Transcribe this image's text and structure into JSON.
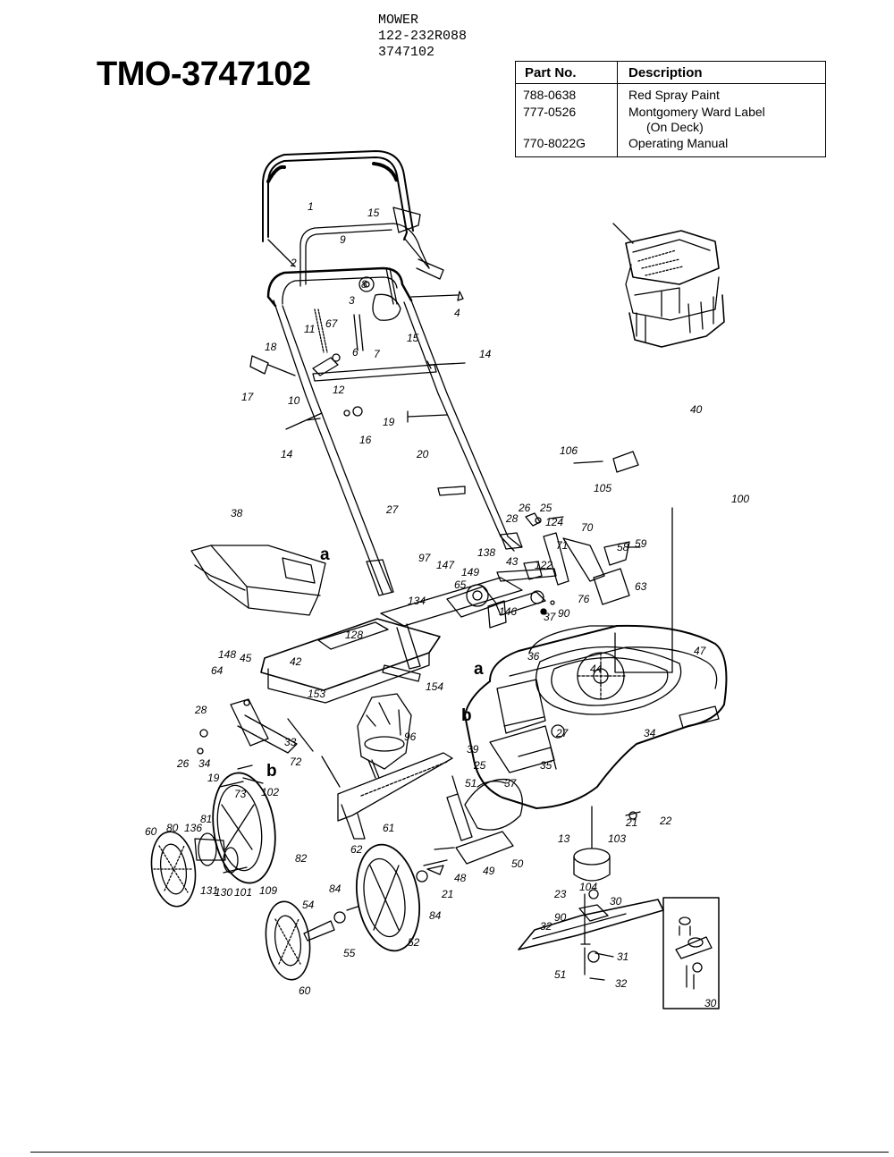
{
  "title": "TMO-3747102",
  "model": {
    "line1": "MOWER",
    "line2": "122-232R088",
    "line3": "3747102"
  },
  "parts_table": {
    "headers": [
      "Part No.",
      "Description"
    ],
    "rows": [
      {
        "part_no": "788-0638",
        "description": "Red Spray Paint"
      },
      {
        "part_no": "777-0526",
        "description": "Montgomery Ward Label",
        "description_line2": "(On Deck)"
      },
      {
        "part_no": "770-8022G",
        "description": "Operating Manual"
      }
    ]
  },
  "callouts": {
    "c1": "1",
    "c2": "2",
    "c15a": "15",
    "c9": "9",
    "c8": "8",
    "c4": "4",
    "c3": "3",
    "c6": "6",
    "c7": "7",
    "c15b": "15",
    "c67": "67",
    "c11": "11",
    "c14a": "14",
    "c18": "18",
    "c17": "17",
    "c10": "10",
    "c12": "12",
    "c19a": "19",
    "c16": "16",
    "c14b": "14",
    "c20": "20",
    "c27a": "27",
    "c38": "38",
    "a1": "a",
    "c97": "97",
    "c40": "40",
    "c106": "106",
    "c105": "105",
    "c100": "100",
    "c26a": "26",
    "c25a": "25",
    "c124": "124",
    "c28a": "28",
    "c70": "70",
    "c71": "71",
    "c58": "58",
    "c59": "59",
    "c138": "138",
    "c43a": "43",
    "c149": "149",
    "c147": "147",
    "c65": "65",
    "c122": "122",
    "c76": "76",
    "c63": "63",
    "c134": "134",
    "c90": "90",
    "c37a": "37",
    "c146": "146",
    "c128": "128",
    "c42a": "42",
    "a2": "a",
    "c36": "36",
    "c47": "47",
    "c44": "44",
    "c148": "148",
    "c45": "45",
    "c64": "64",
    "c153": "153",
    "c154": "154",
    "b1": "b",
    "c28b": "28",
    "c33": "33",
    "c27b": "27",
    "c34a": "34",
    "c96": "96",
    "c26b": "26",
    "c34b": "34",
    "c72": "72",
    "b2": "b",
    "c39": "39",
    "c25b": "25",
    "c35": "35",
    "c19b": "19",
    "c73": "73",
    "c102": "102",
    "c51a": "51",
    "c37b": "37",
    "c21a": "21",
    "c22": "22",
    "c60a": "60",
    "c80": "80",
    "c136": "136",
    "c81": "81",
    "c82": "82",
    "c61": "61",
    "c62": "62",
    "c13": "13",
    "c103": "103",
    "c131": "131",
    "c130": "130",
    "c101": "101",
    "c109": "109",
    "c48": "48",
    "c49": "49",
    "c50": "50",
    "c104": "104",
    "c23": "23",
    "c30a": "30",
    "c54": "54",
    "c84a": "84",
    "c21b": "21",
    "c84b": "84",
    "c90b": "90",
    "c32a": "32",
    "c55": "55",
    "c52": "52",
    "c31": "31",
    "c51b": "51",
    "c32b": "32",
    "c60b": "60",
    "c30b": "30"
  }
}
